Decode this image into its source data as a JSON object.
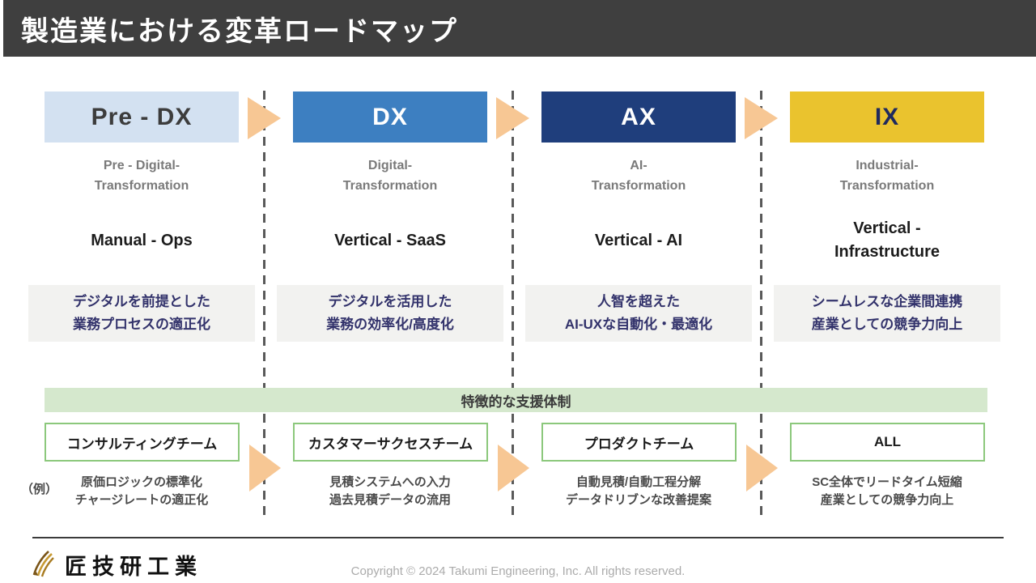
{
  "header": {
    "title": "製造業における変革ロードマップ"
  },
  "stages": [
    {
      "label": "Pre - DX",
      "subtitle": [
        "Pre - Digital-",
        "Transformation"
      ],
      "focus": [
        "Manual - Ops"
      ],
      "description": [
        "デジタルを前提とした",
        "業務プロセスの適正化"
      ],
      "colors": {
        "bg": "#D3E1F1",
        "text": "#3C3C3C"
      }
    },
    {
      "label": "DX",
      "subtitle": [
        "Digital-",
        "Transformation"
      ],
      "focus": [
        "Vertical - SaaS"
      ],
      "description": [
        "デジタルを活用した",
        "業務の効率化/高度化"
      ],
      "colors": {
        "bg": "#3D7FC1",
        "text": "#FFFFFF"
      }
    },
    {
      "label": "AX",
      "subtitle": [
        "AI-",
        "Transformation"
      ],
      "focus": [
        "Vertical - AI"
      ],
      "description": [
        "人智を超えた",
        "AI-UXな自動化・最適化"
      ],
      "colors": {
        "bg": "#1F3E7C",
        "text": "#FFFFFF"
      }
    },
    {
      "label": "IX",
      "subtitle": [
        "Industrial-",
        "Transformation"
      ],
      "focus": [
        "Vertical -",
        "Infrastructure"
      ],
      "description": [
        "シームレスな企業間連携",
        "産業としての競争力向上"
      ],
      "colors": {
        "bg": "#EAC32E",
        "text": "#1F2A5E"
      }
    }
  ],
  "support": {
    "banner": "特徴的な支援体制",
    "example_label": "（例）",
    "teams": [
      {
        "name": "コンサルティングチーム",
        "example": [
          "原価ロジックの標準化",
          "チャージレートの適正化"
        ]
      },
      {
        "name": "カスタマーサクセスチーム",
        "example": [
          "見積システムへの入力",
          "過去見積データの流用"
        ]
      },
      {
        "name": "プロダクトチーム",
        "example": [
          "自動見積/自動工程分解",
          "データドリブンな改善提案"
        ]
      },
      {
        "name": "ALL",
        "example": [
          "SC全体でリードタイム短縮",
          "産業としての競争力向上"
        ]
      }
    ]
  },
  "footer": {
    "company": "匠技研工業",
    "copyright": "Copyright © 2024 Takumi Engineering, Inc. All rights reserved."
  },
  "colors": {
    "header_bar": "#3F3F3F",
    "accent_arrow": "#F7C794",
    "banner_bg": "#D5E8CD",
    "team_border": "#8CC87C",
    "desc_bg": "#F2F2F0",
    "desc_text": "#32326B"
  }
}
